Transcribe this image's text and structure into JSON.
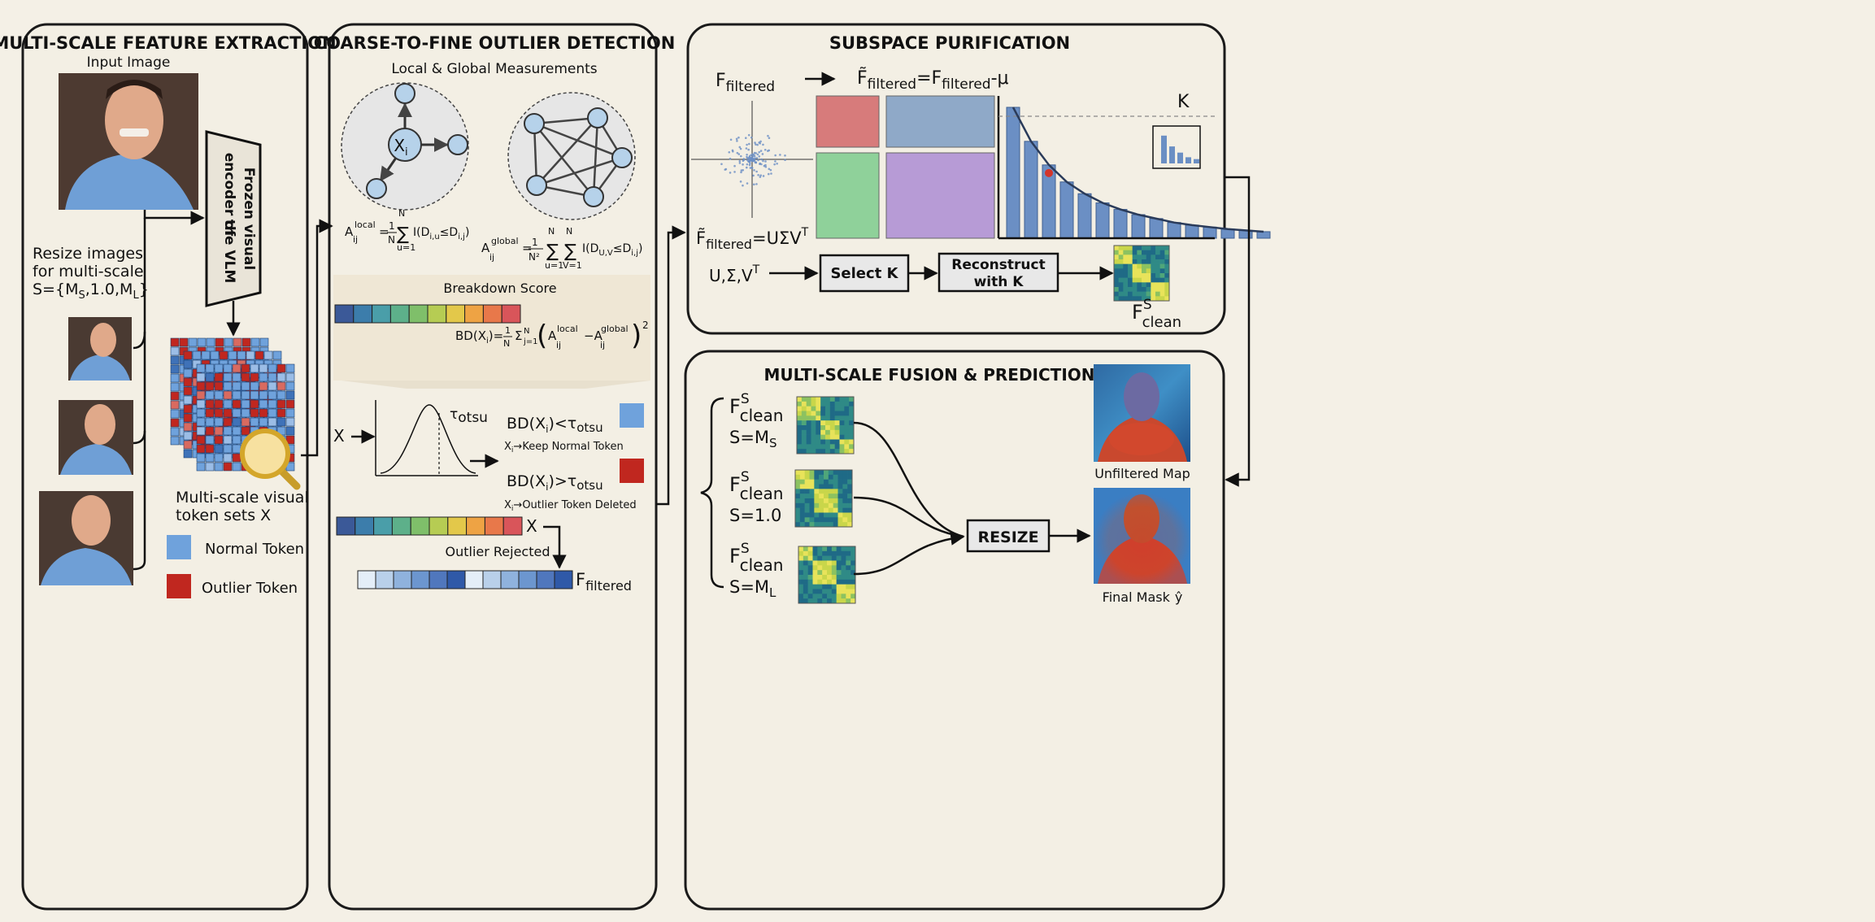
{
  "panels": {
    "extraction": {
      "title": "MULTI-SCALE FEATURE EXTRACTION",
      "input_label": "Input Image",
      "resize_line1": "Resize images",
      "resize_line2": "for multi-scale",
      "resize_line3_prefix": "S={M",
      "resize_line3_ms_sub": "S",
      "resize_line3_mid": ",1.0,M",
      "resize_line3_ml_sub": "L",
      "resize_line3_end": "}",
      "encoder_line1": "Frozen visual",
      "encoder_line2": "encoder of",
      "encoder_line3": "the VLM",
      "token_sets_line1": "Multi-scale visual",
      "token_sets_line2": "token sets X",
      "legend_normal": "Normal Token",
      "legend_outlier": "Outlier Token"
    },
    "outlier": {
      "title": "COARSE-TO-FINE OUTLIER DETECTION",
      "measurements": "Local & Global Measurements",
      "node_label": "X",
      "node_sub": "i",
      "local_formula_lhs": "A",
      "local_sup": "local",
      "local_sub": "ij",
      "local_formula_rhs": "I(D",
      "local_rhs_sub1": "i,u",
      "local_rhs_mid": "≤D",
      "local_rhs_sub2": "i,j",
      "local_rhs_end": ")",
      "global_sup": "global",
      "global_rhs_sub1": "U,V",
      "breakdown_title": "Breakdown Score",
      "bd_formula": "BD(X",
      "otsu_tau": "τ",
      "otsu_sub": "otsu",
      "x_label": "X",
      "cond_lt": "BD(X",
      "keep_text": "→Keep Normal Token",
      "deleted_text": "→Outlier Token Deleted",
      "outlier_rejected": "Outlier Rejected",
      "f_filtered": "F",
      "f_filtered_sub": "filtered"
    },
    "subspace": {
      "title": "SUBSPACE PURIFICATION",
      "f_filtered": "F",
      "f_filtered_sub": "filtered",
      "centered_eq_rhs": "-μ",
      "svd_rhs": "=UΣV",
      "svd_sup": "T",
      "k_label": "K",
      "usv": "U,Σ,V",
      "select_k": "Select K",
      "reconstruct_line1": "Reconstruct",
      "reconstruct_line2": "with K",
      "f_clean": "F",
      "f_clean_sup": "S",
      "f_clean_sub": "clean"
    },
    "fusion": {
      "title": "MULTI-SCALE FUSION & PREDICTION",
      "scale1_s": "S=M",
      "scale1_sub": "S",
      "scale2_s": "S=1.0",
      "scale3_s": "S=M",
      "scale3_sub": "L",
      "resize": "RESIZE",
      "unfiltered": "Unfiltered Map",
      "final_mask": "Final Mask",
      "final_mask_sym": "ŷ"
    }
  },
  "colors": {
    "panel_bg": "#f3efe4",
    "border": "#1a1a1a",
    "normal_token": "#6fa2dc",
    "outlier_token": "#c0271f",
    "red_block": "#d77b7b",
    "blue_block": "#8fa9c8",
    "green_block": "#8fd19a",
    "purple_block": "#b79bd6",
    "bar_blue": "#6b8fc4",
    "skin_bg": "#8b6f5b",
    "shirt": "#6f9fd6"
  },
  "spectrum": {
    "bars": [
      1.0,
      0.74,
      0.56,
      0.43,
      0.34,
      0.27,
      0.22,
      0.18,
      0.15,
      0.12,
      0.1,
      0.085,
      0.07,
      0.06,
      0.05
    ]
  }
}
